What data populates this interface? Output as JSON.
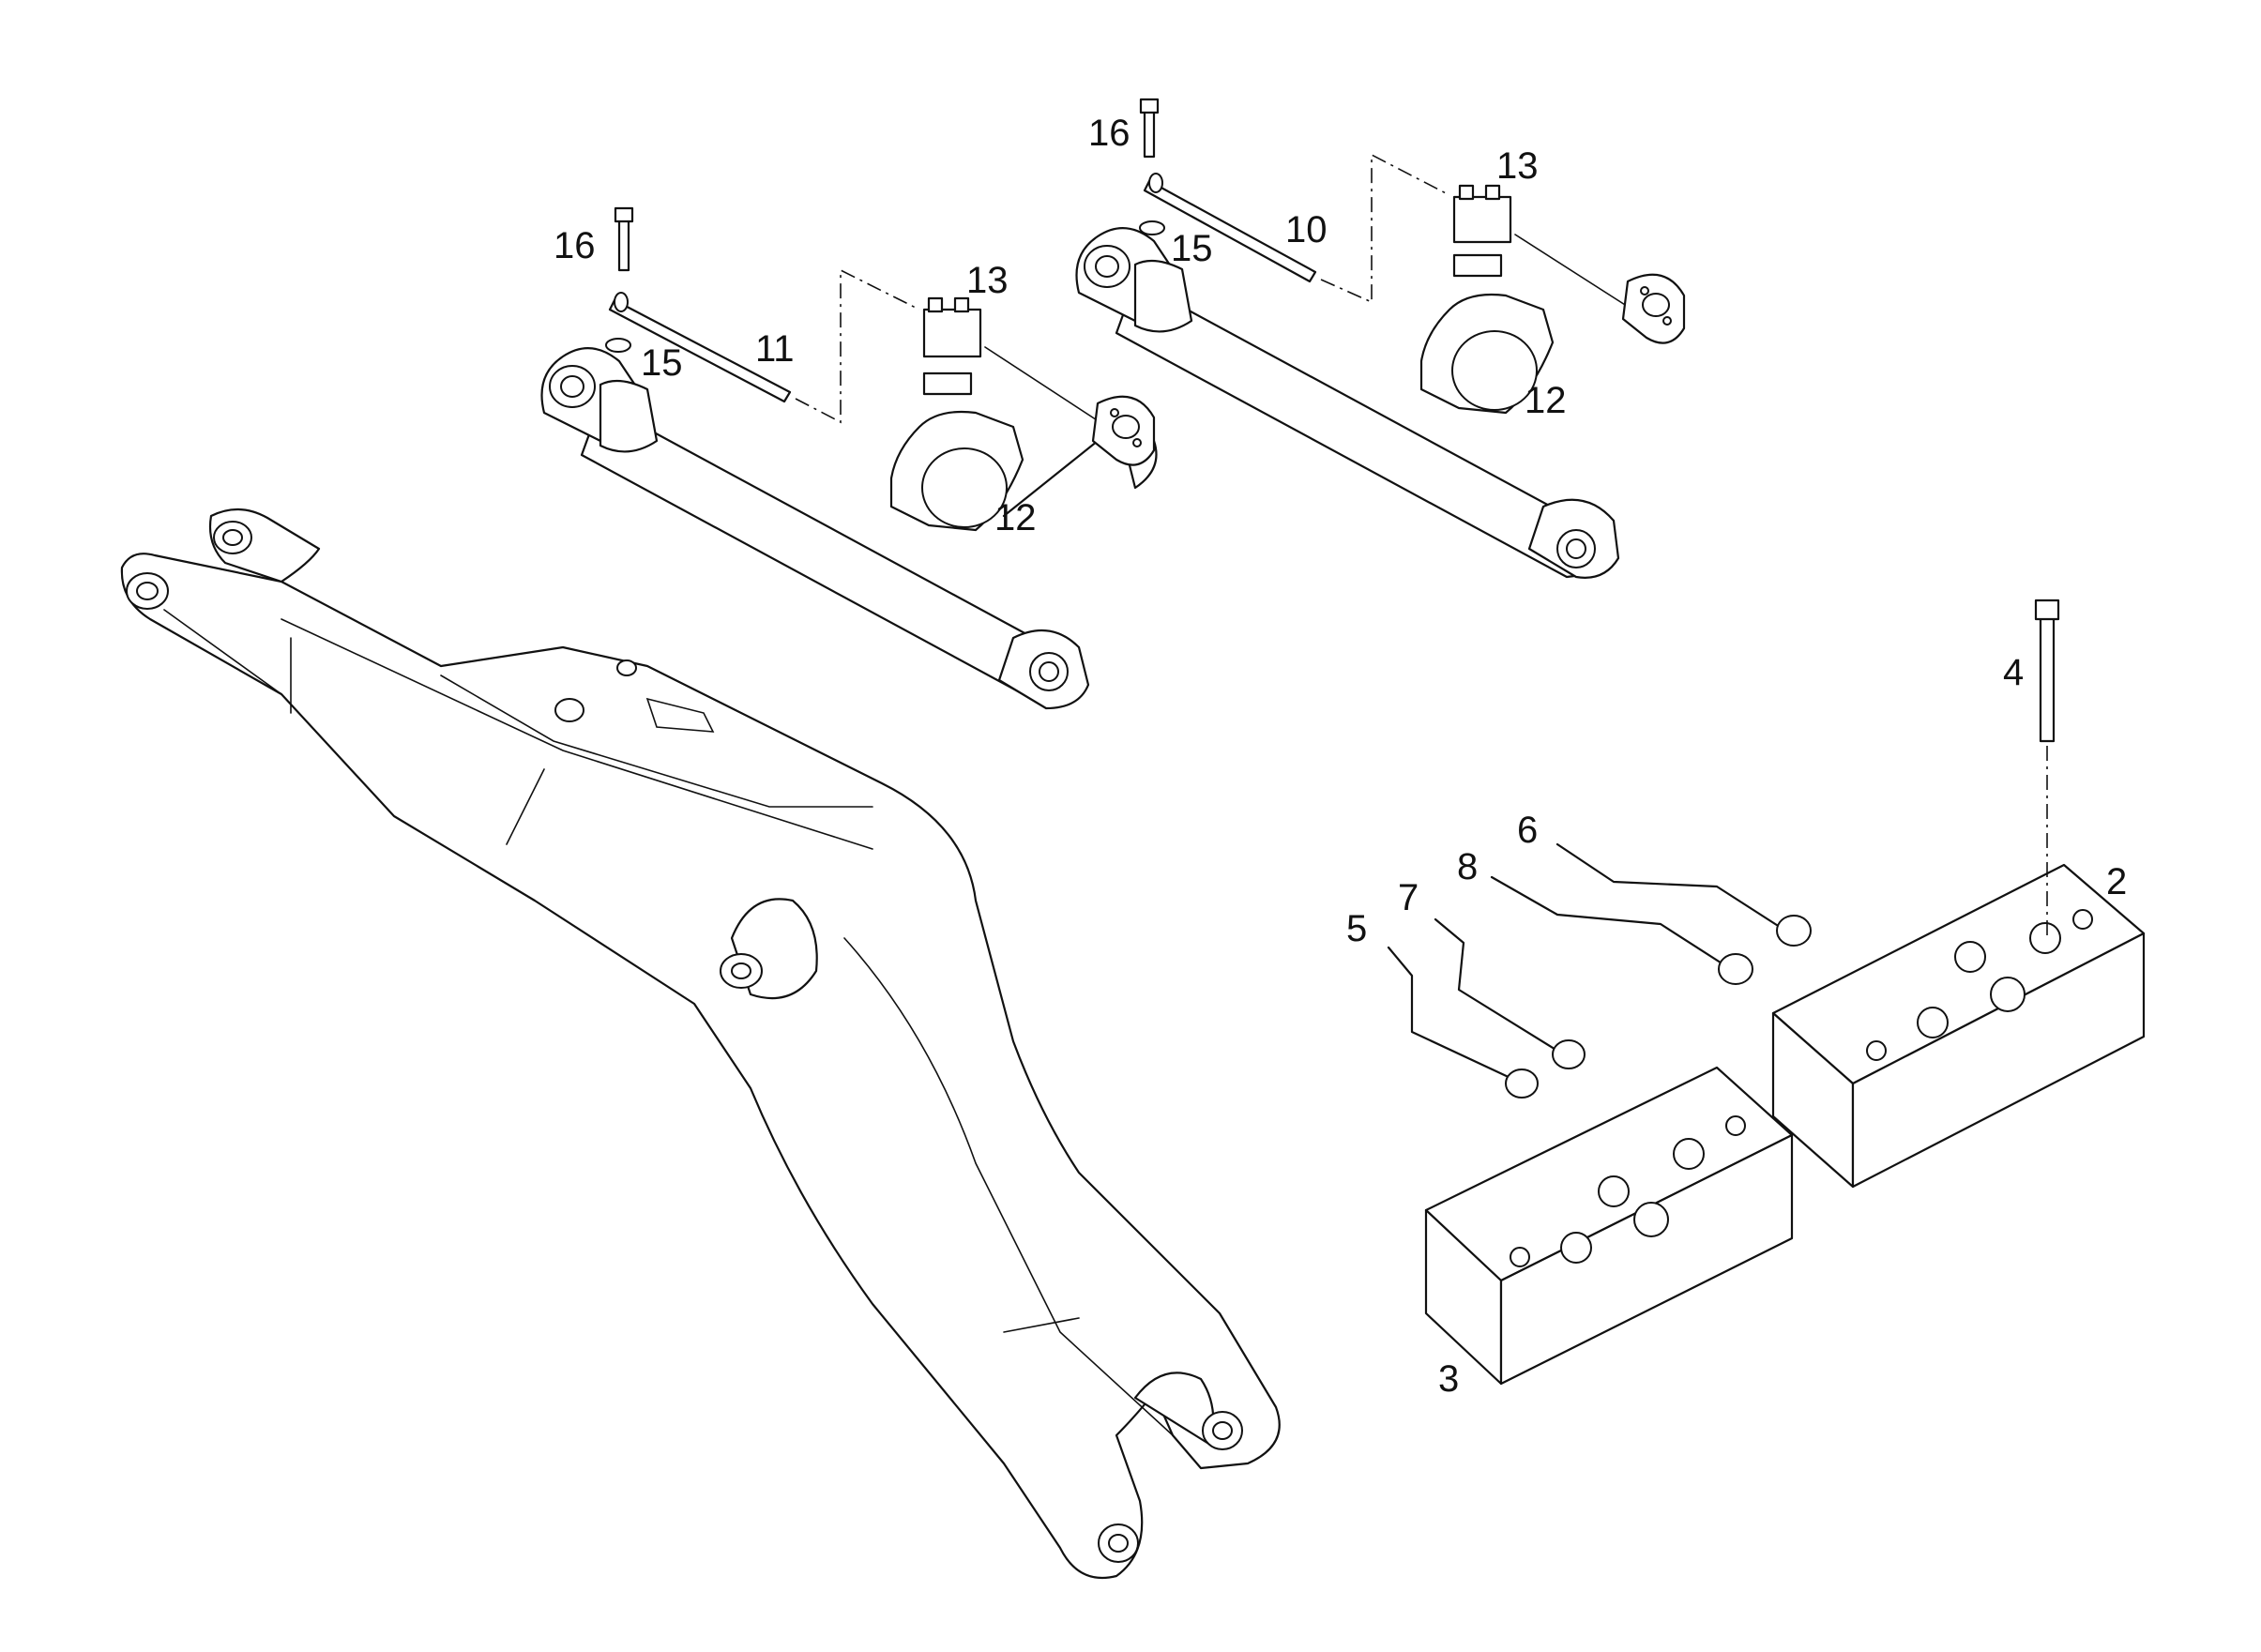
{
  "diagram": {
    "callouts": {
      "c2": "2",
      "c3": "3",
      "c4": "4",
      "c5": "5",
      "c6": "6",
      "c7": "7",
      "c8": "8",
      "c10": "10",
      "c11": "11",
      "c12a": "12",
      "c12b": "12",
      "c13a": "13",
      "c13b": "13",
      "c15a": "15",
      "c15b": "15",
      "c16a": "16",
      "c16b": "16"
    },
    "colors": {
      "line": "#111111",
      "background": "#ffffff"
    },
    "parts": [
      "boom-arm",
      "hydraulic-cylinder-left",
      "hydraulic-cylinder-right",
      "pipe-clamp-left",
      "pipe-clamp-right",
      "flange-left",
      "flange-right",
      "tube-left",
      "tube-right",
      "valve-block-upper",
      "valve-block-lower",
      "bolt-long",
      "pipe-lines"
    ]
  }
}
